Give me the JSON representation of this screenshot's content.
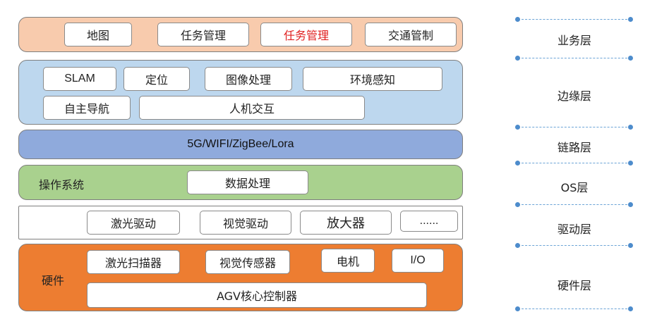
{
  "colors": {
    "business": "#f8cbad",
    "edge": "#bdd7ee",
    "link": "#8faadc",
    "os": "#a9d18e",
    "driver": "#ffffff",
    "hardware": "#ed7d31",
    "highlight_text": "#e02020",
    "dash_line": "#6aa3d6"
  },
  "business": {
    "items": [
      "地图",
      "任务管理",
      "任务管理",
      "交通管制"
    ]
  },
  "edge": {
    "items": [
      "SLAM",
      "定位",
      "图像处理",
      "环境感知",
      "自主导航",
      "人机交互"
    ]
  },
  "link": {
    "label": "5G/WIFI/ZigBee/Lora"
  },
  "os": {
    "label": "操作系统",
    "items": [
      "数据处理"
    ]
  },
  "driver": {
    "items": [
      "激光驱动",
      "视觉驱动",
      "放大器",
      "......"
    ]
  },
  "hardware": {
    "label": "硬件",
    "items": [
      "激光扫描器",
      "视觉传感器",
      "电机",
      "I/O",
      "AGV核心控制器"
    ]
  },
  "tiers": [
    "业务层",
    "边缘层",
    "链路层",
    "OS层",
    "驱动层",
    "硬件层"
  ]
}
